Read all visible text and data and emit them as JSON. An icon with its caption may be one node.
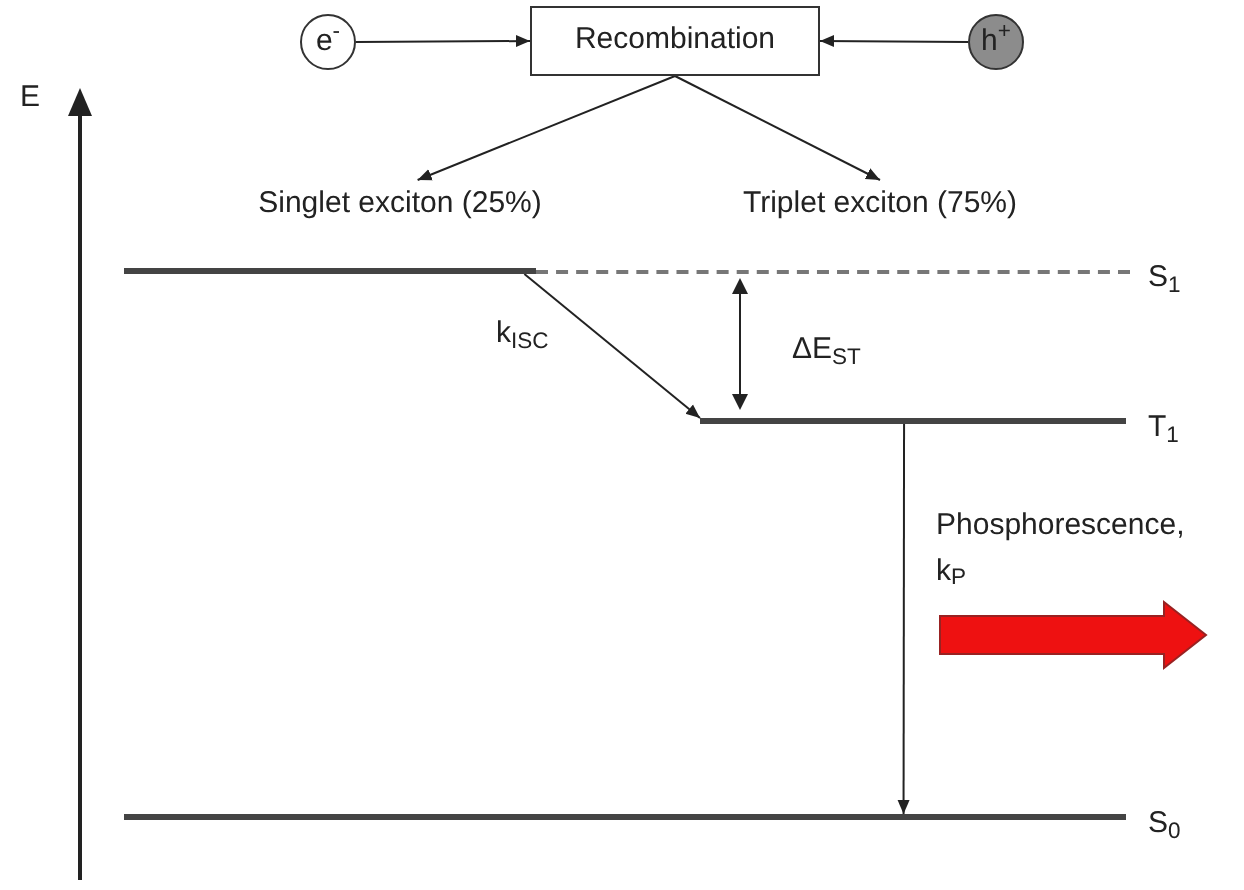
{
  "diagram": {
    "nodes": [
      {
        "text": [
          "e$^{-}$"
        ]
      },
      {
        "text": [
          "Recombination"
        ]
      },
      {
        "text": [
          "h$^{+}$"
        ]
      },
      {
        "text": [
          "Singlet exciton (25%)"
        ]
      },
      {
        "text": [
          "Triplet exciton (75%)"
        ]
      },
      {
        "text": [],
        "shape": "bar"
      },
      {
        "text": [],
        "shape": "bar"
      },
      {
        "text": [],
        "shape": "bar"
      }
    ],
    "edges": [
      {
        "from": 0,
        "to": 1,
        "arrow": "to"
      },
      {
        "from": 2,
        "to": 1,
        "arrow": "to"
      },
      {
        "from": 1,
        "to": 3,
        "arrow": "to"
      },
      {
        "from": 1,
        "to": 4,
        "arrow": "to"
      },
      {
        "from": 5,
        "to": 6,
        "arrow": "to",
        "label": "k$_{ISC}$"
      },
      {
        "from": 6,
        "to": 7,
        "arrow": "to"
      }
    ],
    "labels": [
      "E",
      "S$_{1}$",
      "ΔE$_{ST}$",
      "T$_{1}$",
      "Phosphorescence, k$_{P}$",
      "S$_{0}$"
    ]
  }
}
